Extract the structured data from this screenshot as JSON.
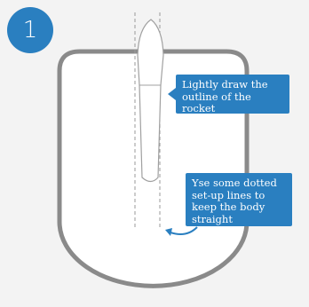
{
  "step": {
    "number": "1"
  },
  "callouts": [
    {
      "text": "Lightly draw the outline of the rocket"
    },
    {
      "text": "Yse some dotted set-up lines to keep the body straight"
    }
  ],
  "colors": {
    "accent": "#2a7fc0",
    "outline": "#888888",
    "background": "#f3f3f3"
  },
  "icons": [
    "curved-arrow-icon"
  ]
}
